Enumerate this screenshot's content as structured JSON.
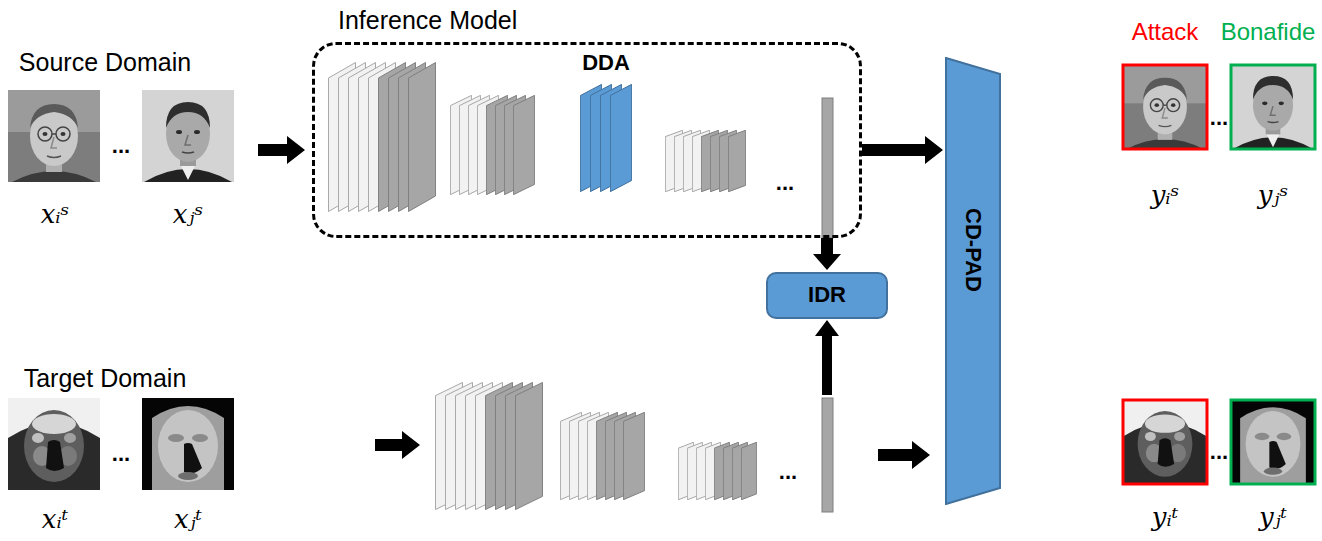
{
  "diagram": {
    "nodes": [
      {
        "text": [
          "Inference Model"
        ]
      },
      {
        "text": [
          "DDA"
        ],
        "in": 0
      },
      {
        "text": [
          "IDR"
        ]
      },
      {
        "text": [
          "CD-PAD"
        ]
      }
    ],
    "edges": [
      {
        "from": 0,
        "to": 3,
        "arrow": "to"
      },
      {
        "from": 0,
        "to": 2,
        "arrow": "to"
      }
    ],
    "labels": [
      "Source Domain",
      "xᵢˢ",
      "...",
      "xⱼˢ",
      "...",
      "Target Domain",
      "xᵢᵗ",
      "...",
      "xⱼᵗ",
      "...",
      "Attack",
      "Bonafide",
      "yᵢˢ",
      "...",
      "yⱼˢ",
      "yᵢᵗ",
      "...",
      "yⱼᵗ"
    ]
  }
}
